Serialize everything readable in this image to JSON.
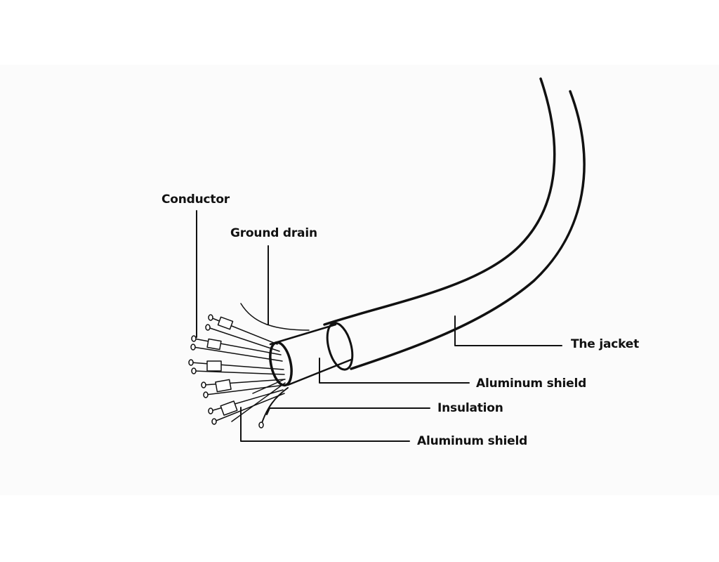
{
  "labels": {
    "conductor": "Conductor",
    "ground_drain": "Ground drain",
    "jacket": "The jacket",
    "aluminum_shield_outer": "Aluminum shield",
    "insulation": "Insulation",
    "aluminum_shield_inner": "Aluminum shield"
  },
  "colors": {
    "line": "#111111",
    "background": "#fbfbfb"
  }
}
